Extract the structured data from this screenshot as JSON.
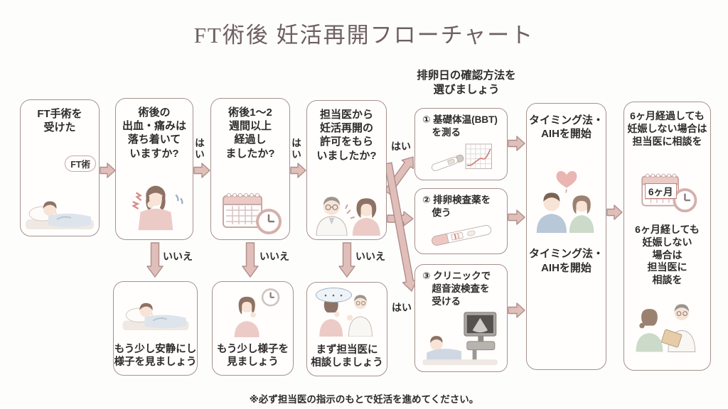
{
  "title": "FT術後 妊活再開フローチャート",
  "steps": [
    {
      "text": "FT手術を\n受けた",
      "bubble": "FT術"
    },
    {
      "text": "術後の\n出血・痛みは\n落ち着いて\nいますか?"
    },
    {
      "text": "術後1〜2\n週間以上\n経過し\nましたか?"
    },
    {
      "text": "担当医から\n妊活再開の\n許可をもら\nいましたか?"
    }
  ],
  "chooser": {
    "header": "排卵日の確認方法を\n選びましょう",
    "options": [
      {
        "text": "① 基礎体温(BBT)\n　を測る"
      },
      {
        "text": "② 排卵検査薬を\n　使う"
      },
      {
        "text": "③ クリニックで\n　超音波検査を\n　受ける"
      }
    ]
  },
  "timing": {
    "top": "タイミング法・\nAIHを開始",
    "bottom": "タイミング法・\nAIHを開始"
  },
  "followup": {
    "top": "6ヶ月経過しても\n妊娠しない場合は\n担当医に相談を",
    "calendar_label": "6ヶ月",
    "bottom": "6ヶ月経しても\n妊娠しない\n場合は\n担当医に\n相談を"
  },
  "fallbacks": [
    {
      "text": "もう少し安静にし\n様子を見ましょう"
    },
    {
      "text": "もう少し様子を\n見ましょう"
    },
    {
      "text": "まず担当医に\n相談しましょう"
    }
  ],
  "labels": {
    "yes": "はい",
    "no": "いいえ",
    "dots": "・・・"
  },
  "footnote": "※必ず担当医の指示のもとで妊活を進めてください。",
  "colors": {
    "arrow_fill": "#e0bfba",
    "arrow_stroke": "#b08d89",
    "box_border": "#a6918d",
    "title": "#6f6061",
    "text": "#2e2c2b"
  }
}
